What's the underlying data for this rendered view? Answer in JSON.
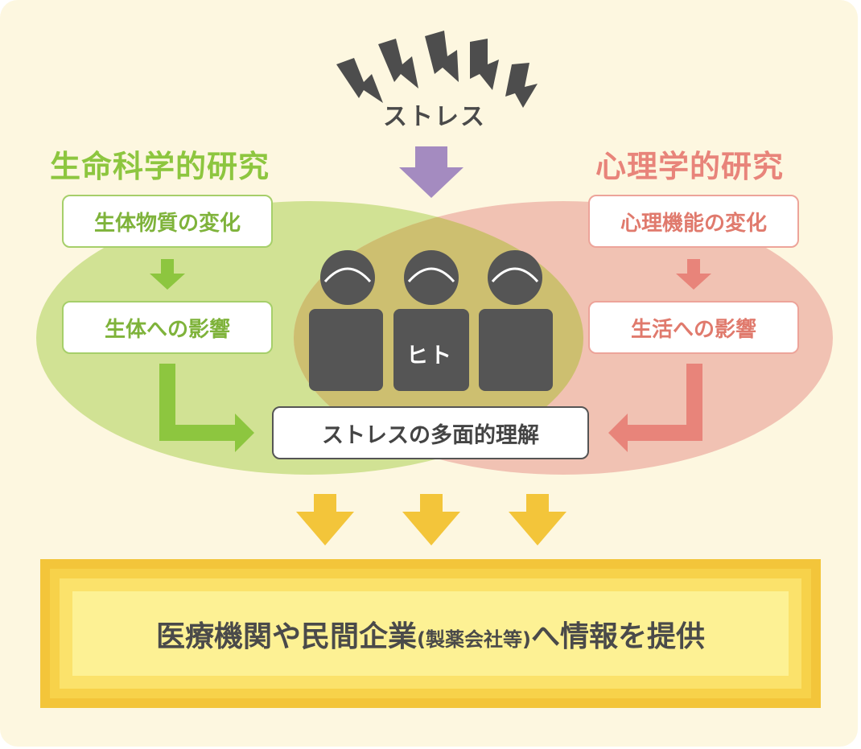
{
  "stress": {
    "label": "ストレス"
  },
  "left": {
    "heading": "生命科学的研究",
    "box1": "生体物質の変化",
    "box2": "生体への影響"
  },
  "right": {
    "heading": "心理学的研究",
    "box1": "心理機能の変化",
    "box2": "生活への影響"
  },
  "center": {
    "people_label": "ヒト",
    "result": "ストレスの多面的理解"
  },
  "banner": {
    "main_before": "医療機関や民間企業",
    "paren": "(製薬会社等)",
    "main_after": "へ情報を提供"
  },
  "colors": {
    "green": "#8dc63f",
    "red": "#e8847a",
    "purple": "#a48bc0",
    "yellow": "#f3c53a",
    "dark": "#555555",
    "background": "#fdf7e0"
  }
}
